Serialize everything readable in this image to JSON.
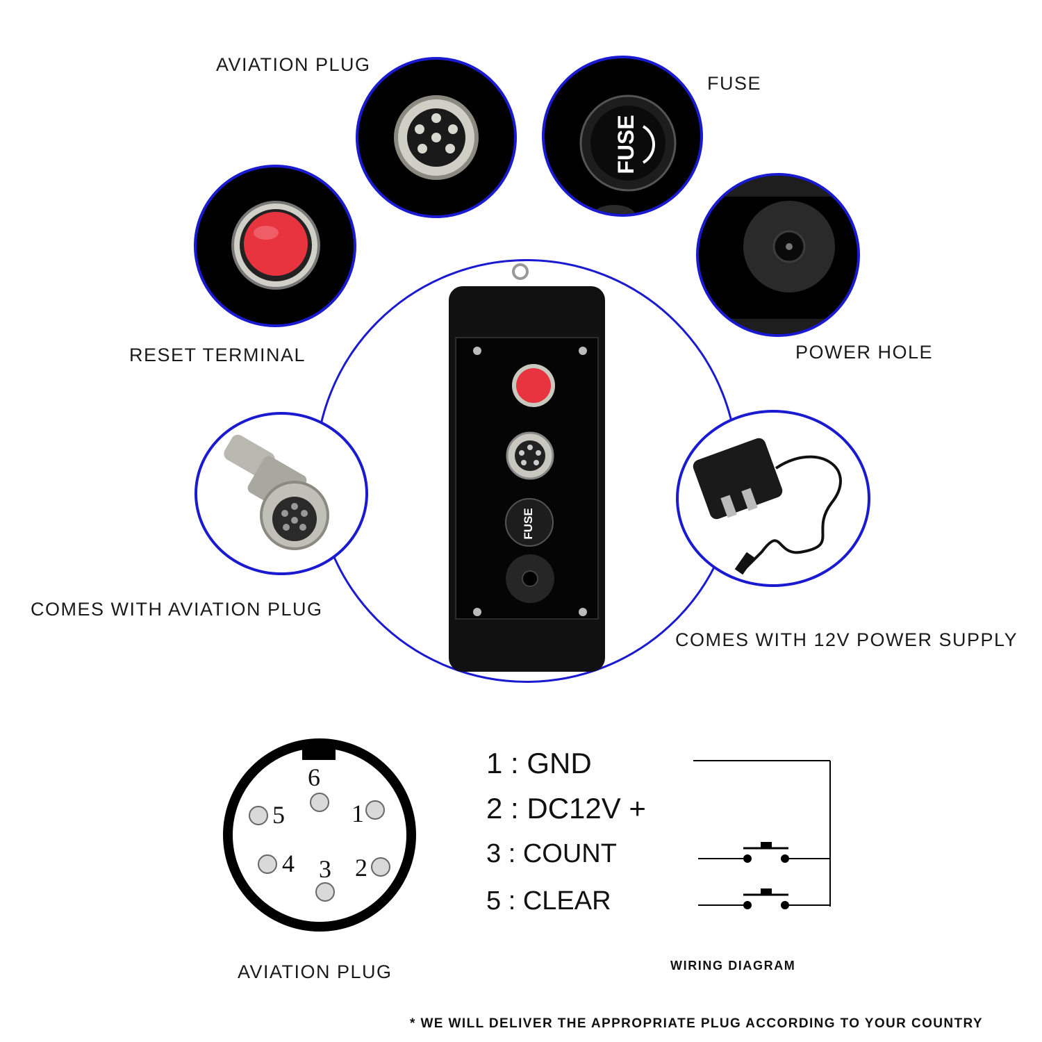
{
  "labels": {
    "aviation_plug_top": "AVIATION PLUG",
    "fuse": "FUSE",
    "reset_terminal": "RESET TERMINAL",
    "power_hole": "POWER HOLE",
    "comes_with_aviation_plug": "COMES WITH AVIATION PLUG",
    "comes_with_power_supply": "COMES WITH 12V POWER SUPPLY",
    "aviation_plug_bottom": "AVIATION PLUG",
    "wiring_diagram": "WIRING DIAGRAM",
    "note": "* WE WILL DELIVER THE APPROPRIATE PLUG ACCORDING TO YOUR COUNTRY"
  },
  "icon_text": {
    "fuse": "FUSE"
  },
  "pins": [
    "6",
    "5",
    "1",
    "4",
    "3",
    "2"
  ],
  "wiring": [
    {
      "num": "1",
      "sep": ":",
      "name": "GND"
    },
    {
      "num": "2",
      "sep": ":",
      "name": "DC12V +"
    },
    {
      "num": "3",
      "sep": ":",
      "name": "COUNT"
    },
    {
      "num": "5",
      "sep": ":",
      "name": "CLEAR"
    }
  ],
  "colors": {
    "ring": "#1a1ad0",
    "button_red": "#e8343f",
    "metal": "#b8b8b0"
  }
}
